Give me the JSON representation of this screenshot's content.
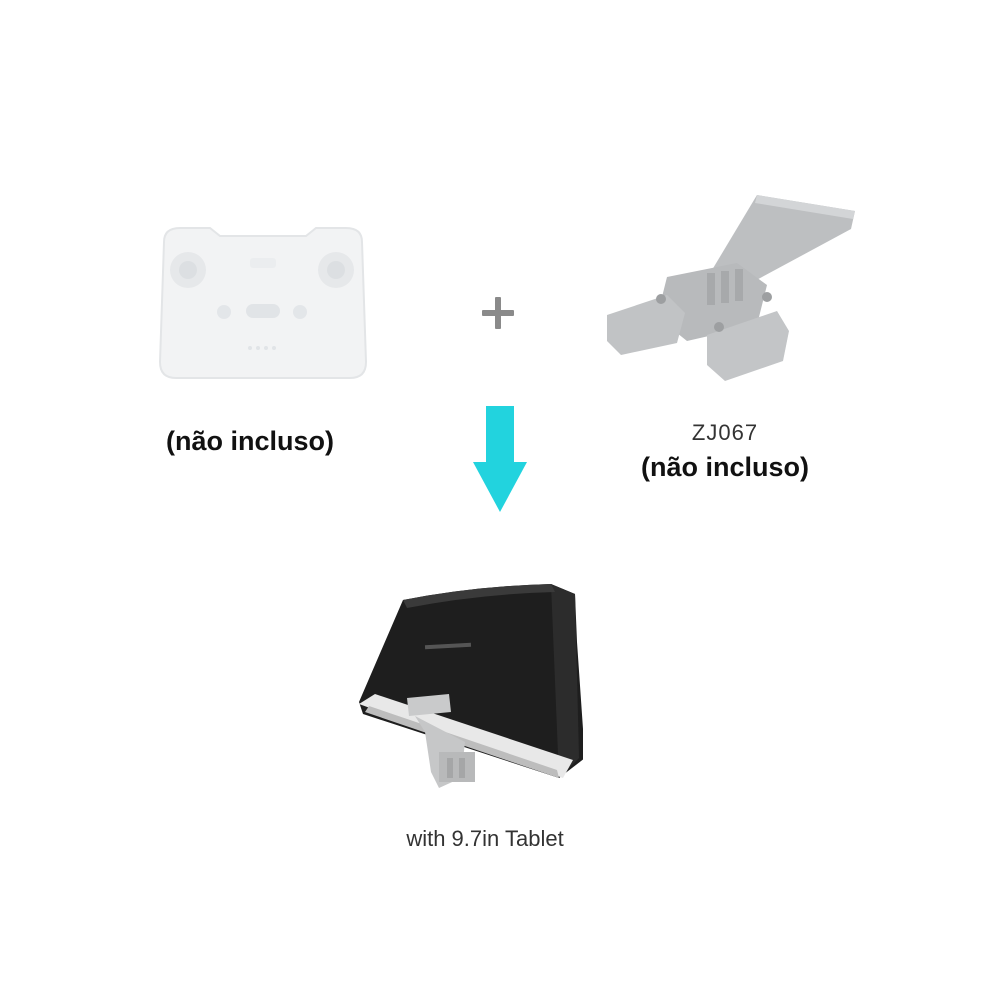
{
  "remote": {
    "icon": "remote-controller-icon",
    "caption": "(não incluso)"
  },
  "plus": {
    "icon": "plus-icon"
  },
  "holder": {
    "icon": "holder-bracket-icon",
    "model": "ZJ067",
    "caption": "(não incluso)"
  },
  "arrow": {
    "icon": "arrow-down-icon",
    "color": "#22d3de"
  },
  "result": {
    "icon": "sunshade-tablet-icon",
    "caption": "with 9.7in Tablet"
  }
}
